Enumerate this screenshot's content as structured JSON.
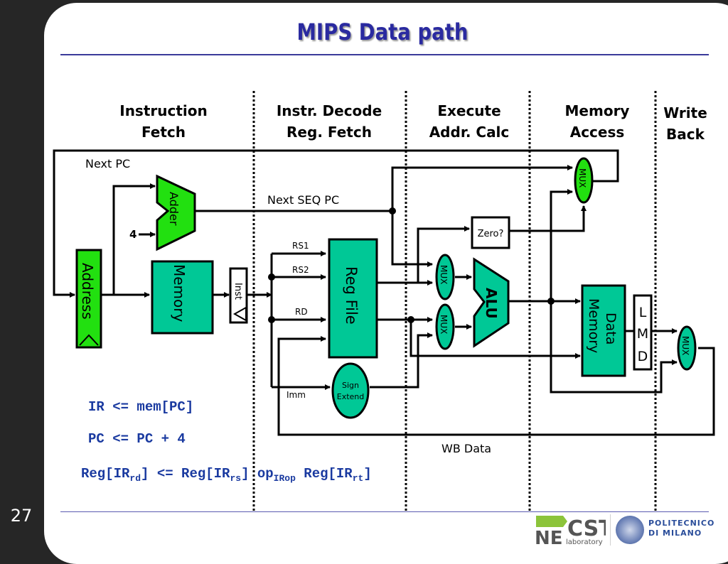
{
  "slide": {
    "number": "27",
    "title": "MIPS Data path"
  },
  "stages": [
    {
      "line1": "Instruction",
      "line2": "Fetch"
    },
    {
      "line1": "Instr. Decode",
      "line2": "Reg. Fetch"
    },
    {
      "line1": "Execute",
      "line2": "Addr. Calc"
    },
    {
      "line1": "Memory",
      "line2": "Access"
    },
    {
      "line1": "Write",
      "line2": "Back"
    }
  ],
  "blocks": {
    "address": "Address",
    "adder": "Adder",
    "memory": "Memory",
    "inst": "Inst",
    "reg_file": "Reg File",
    "sign_extend_1": "Sign",
    "sign_extend_2": "Extend",
    "alu": "ALU",
    "zero": "Zero?",
    "data_memory_1": "Data",
    "data_memory_2": "Memory",
    "lmd_l": "L",
    "lmd_m": "M",
    "lmd_d": "D",
    "mux": "MUX"
  },
  "signals": {
    "next_pc": "Next PC",
    "next_seq_pc": "Next SEQ PC",
    "four": "4",
    "rs1": "RS1",
    "rs2": "RS2",
    "rd": "RD",
    "imm": "Imm",
    "wb_data": "WB Data"
  },
  "rtl": {
    "line1": "IR <= mem[PC]",
    "line2": "PC <= PC + 4",
    "line3": {
      "p1": "Reg[IR",
      "s1": "rd",
      "p2": "] <= Reg[IR",
      "s2": "rs",
      "p3": "] op",
      "s3": "IRop",
      "p4": " Reg[IR",
      "s4": "rt",
      "p5": "]"
    }
  },
  "logos": {
    "necst_main": "NECST",
    "necst_sub": "laboratory",
    "poli_line1": "POLITECNICO",
    "poli_line2": "DI MILANO"
  },
  "colors": {
    "teal": "#00c896",
    "green": "#22e010",
    "title": "#2a2aa0",
    "rtl": "#1a3aa0"
  }
}
